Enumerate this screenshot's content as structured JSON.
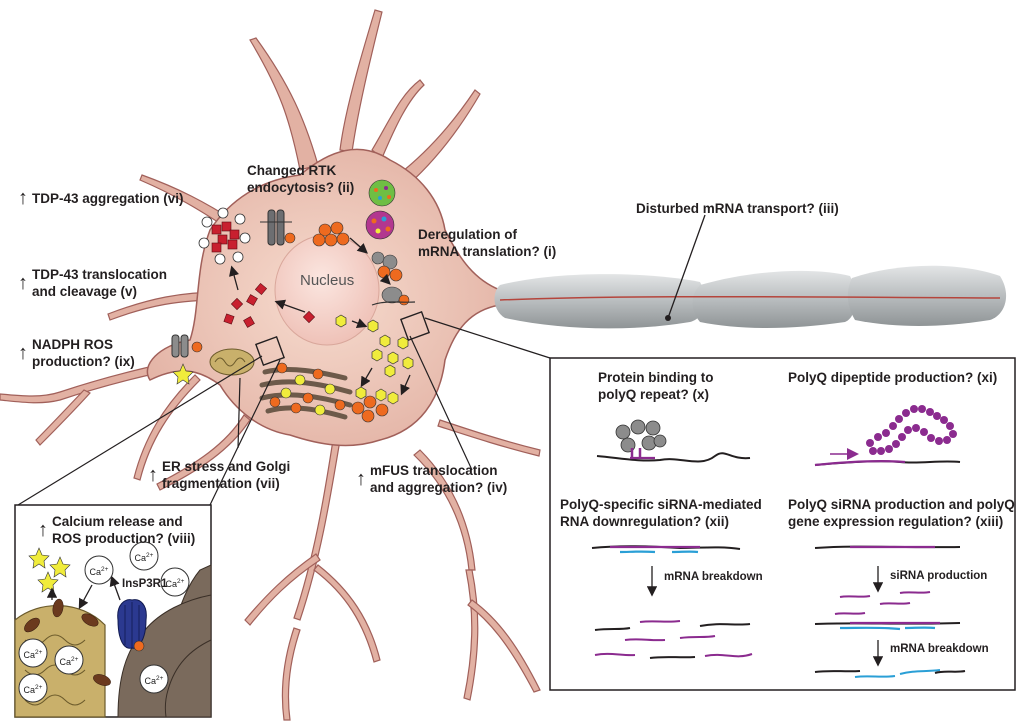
{
  "labels": {
    "rtk": [
      "Changed RTK",
      "endocytosis? (ii)"
    ],
    "tdp_agg": "TDP-43 aggregation (vi)",
    "tdp_trans": [
      "TDP-43 translocation",
      "and cleavage (v)"
    ],
    "nadph": [
      "NADPH ROS",
      "production? (ix)"
    ],
    "dereg": [
      "Deregulation of",
      "mRNA translation? (i)"
    ],
    "transport": "Disturbed mRNA transport? (iii)",
    "nucleus": "Nucleus",
    "er": [
      "ER stress and Golgi",
      "fragmentation (vii)"
    ],
    "mfus": [
      "mFUS translocation",
      "and aggregation? (iv)"
    ],
    "calcium": [
      "Calcium release and",
      "ROS production? (viii)"
    ],
    "insp3r1": "InsP3R1",
    "ca_ion": "Ca",
    "ca_charge": "2+"
  },
  "panel": {
    "x_title": [
      "Protein binding to",
      "polyQ repeat? (x)"
    ],
    "xi_title": "PolyQ dipeptide production? (xi)",
    "xii_title": [
      "PolyQ-specific siRNA-mediated",
      "RNA downregulation? (xii)"
    ],
    "xiii_title": [
      "PolyQ siRNA production and polyQ",
      "gene expression regulation? (xiii)"
    ],
    "mrna_breakdown_1": "mRNA breakdown",
    "sirna_production": "siRNA production",
    "mrna_breakdown_2": "mRNA breakdown"
  },
  "colors": {
    "cell_fill": "#e8bfb0",
    "cell_stroke": "#a1605a",
    "nucleus": "#f2cfc7",
    "axon_myelin": "#b8bcbe",
    "axon_line": "#b5453c",
    "tdp": "#c8202f",
    "orange": "#ee6a1f",
    "yellow": "#f0ec3c",
    "purple": "#8b2b8f",
    "blue_rna": "#2a9fd6",
    "grey_protein": "#8c8c8c",
    "mito": "#c9b06b",
    "insp3r1": "#2b3990"
  }
}
